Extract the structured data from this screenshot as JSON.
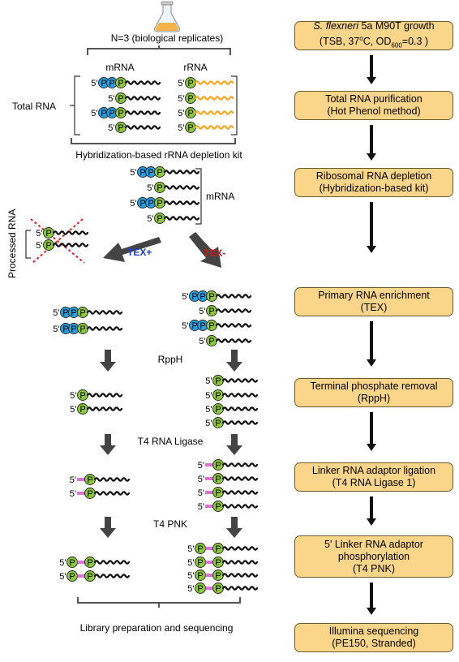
{
  "replicates": "N=3 (biological replicates)",
  "labels": {
    "mrna": "mRNA",
    "rrna": "rRNA",
    "total_rna": "Total RNA",
    "depletion_kit": "Hybridization-based rRNA depletion kit",
    "mrna_bracket": "mRNA",
    "processed_rna": "Processed RNA",
    "tex_plus": "TEX+",
    "tex_minus": "TEX-",
    "rpph": "RppH",
    "t4_ligase": "T4 RNA Ligase",
    "t4_pnk": "T4 PNK",
    "library": "Library preparation and sequencing",
    "five_prime": "5'",
    "phosphate": "P"
  },
  "steps": [
    {
      "line1_italic": "S. flexneri",
      "line1_rest": " 5a M90T growth",
      "line2_pre": "(TSB, 37",
      "line2_sup": "o",
      "line2_mid": "C, OD",
      "line2_sub": "600",
      "line2_post": "=0.3 )"
    },
    {
      "line1": "Total RNA purification",
      "line2": "(Hot Phenol method)"
    },
    {
      "line1": "Ribosomal RNA depletion",
      "line2": "(Hybridization-based kit)"
    },
    {
      "line1": "Primary RNA enrichment",
      "line2": "(TEX)"
    },
    {
      "line1": "Terminal phosphate removal",
      "line2": "(RppH)"
    },
    {
      "line1": "Linker RNA adaptor ligation",
      "line2": "(T4 RNA Ligase 1)"
    },
    {
      "line1": "5' Linker RNA adaptor",
      "line2": "phosphorylation",
      "line3": "(T4 PNK)"
    },
    {
      "line1": "Illumina sequencing",
      "line2": "(PE150, Stranded)"
    }
  ],
  "colors": {
    "triphosphate": "#2a9fe0",
    "monophosphate": "#8dc63f",
    "rrna_strand": "#f5a623",
    "adaptor": "#e070d8",
    "box_fill": "#fbd58a",
    "cross": "#e02020",
    "tex_plus": "#1a3fd0",
    "tex_minus": "#d01a1a",
    "arrow": "#444444"
  },
  "icons": {
    "flask": "flask-icon"
  }
}
